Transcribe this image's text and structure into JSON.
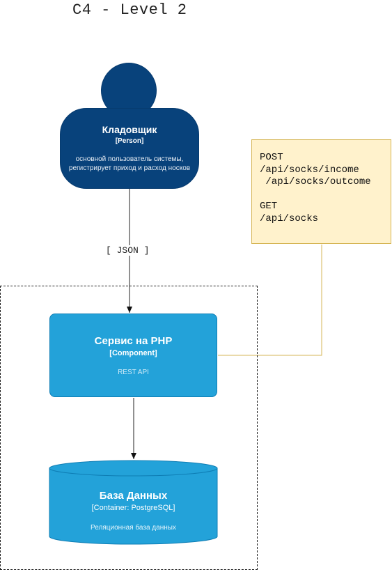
{
  "diagram": {
    "title": "C4 - Level 2",
    "person": {
      "name": "Кладовщик",
      "type": "[Person]",
      "description_line1": "основной пользователь системы,",
      "description_line2": "регистрирует приход и расход носков"
    },
    "note": {
      "text": "POST\n/api/socks/income\n /api/socks/outcome\n\nGET\n/api/socks"
    },
    "edge_label": "[ JSON ]",
    "component": {
      "name": "Сервис на PHP",
      "type": "[Component]",
      "description": "REST API"
    },
    "database": {
      "name": "База Данных",
      "type": "[Container: PostgreSQL]",
      "description": "Реляционная база данных"
    },
    "colors": {
      "person_fill": "#08427b",
      "component_fill": "#23a2d9",
      "note_fill": "#fff2cc",
      "note_stroke": "#d6b656"
    }
  }
}
